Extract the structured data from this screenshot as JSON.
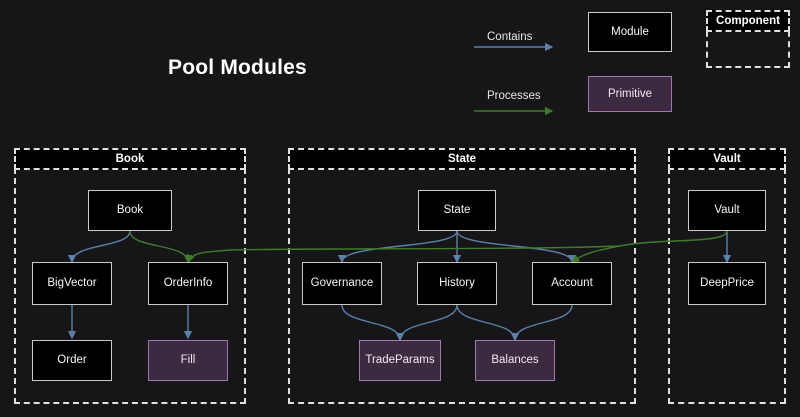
{
  "title": "Pool Modules",
  "theme": {
    "background": "#161618",
    "module_fill": "#000000",
    "module_border": "#c9c9c9",
    "primitive_fill": "#3b2a40",
    "primitive_border": "#9d7aab",
    "container_border": "#e0e0e0",
    "contains_arrow": "#5d7fa9",
    "processes_arrow": "#3f7a2f",
    "text": "#f5f5f5"
  },
  "legend": {
    "contains_label": "Contains",
    "processes_label": "Processes",
    "module_example": "Module",
    "primitive_example": "Primitive",
    "component_example": "Component"
  },
  "containers": [
    {
      "id": "book",
      "label": "Book"
    },
    {
      "id": "state",
      "label": "State"
    },
    {
      "id": "vault",
      "label": "Vault"
    }
  ],
  "nodes": [
    {
      "id": "book",
      "label": "Book",
      "kind": "module",
      "container": "book"
    },
    {
      "id": "bigvector",
      "label": "BigVector",
      "kind": "module",
      "container": "book"
    },
    {
      "id": "orderinfo",
      "label": "OrderInfo",
      "kind": "module",
      "container": "book"
    },
    {
      "id": "order",
      "label": "Order",
      "kind": "module",
      "container": "book"
    },
    {
      "id": "fill",
      "label": "Fill",
      "kind": "primitive",
      "container": "book"
    },
    {
      "id": "state",
      "label": "State",
      "kind": "module",
      "container": "state"
    },
    {
      "id": "governance",
      "label": "Governance",
      "kind": "module",
      "container": "state"
    },
    {
      "id": "history",
      "label": "History",
      "kind": "module",
      "container": "state"
    },
    {
      "id": "account",
      "label": "Account",
      "kind": "module",
      "container": "state"
    },
    {
      "id": "tradeparams",
      "label": "TradeParams",
      "kind": "primitive",
      "container": "state"
    },
    {
      "id": "balances",
      "label": "Balances",
      "kind": "primitive",
      "container": "state"
    },
    {
      "id": "vault",
      "label": "Vault",
      "kind": "module",
      "container": "vault"
    },
    {
      "id": "deepprice",
      "label": "DeepPrice",
      "kind": "module",
      "container": "vault"
    }
  ],
  "edges": [
    {
      "from": "book",
      "to": "bigvector",
      "type": "contains"
    },
    {
      "from": "bigvector",
      "to": "order",
      "type": "contains"
    },
    {
      "from": "orderinfo",
      "to": "fill",
      "type": "contains"
    },
    {
      "from": "state",
      "to": "governance",
      "type": "contains"
    },
    {
      "from": "state",
      "to": "history",
      "type": "contains"
    },
    {
      "from": "state",
      "to": "account",
      "type": "contains"
    },
    {
      "from": "governance",
      "to": "tradeparams",
      "type": "contains"
    },
    {
      "from": "history",
      "to": "tradeparams",
      "type": "contains"
    },
    {
      "from": "history",
      "to": "balances",
      "type": "contains"
    },
    {
      "from": "account",
      "to": "balances",
      "type": "contains"
    },
    {
      "from": "vault",
      "to": "deepprice",
      "type": "contains"
    },
    {
      "from": "book",
      "to": "orderinfo",
      "type": "processes"
    },
    {
      "from": "vault",
      "to": "account",
      "type": "processes"
    },
    {
      "from": "vault",
      "to": "orderinfo",
      "type": "processes"
    }
  ]
}
